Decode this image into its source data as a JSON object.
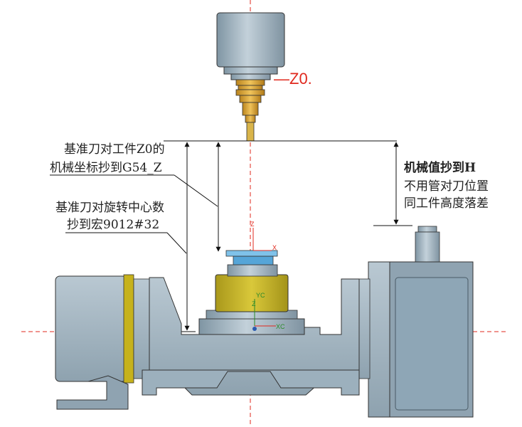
{
  "labels": {
    "z0": "—Z0.",
    "ref_tool_line1": "基准刀对工件Z0的",
    "ref_tool_line2": "机械坐标抄到G54_Z",
    "ref_center_line1": "基准刀对旋转中心数",
    "ref_center_line2": "抄到宏9012#32",
    "machine_value": "机械值抄到H",
    "note_line1": "不用管对刀位置",
    "note_line2": "同工件高度落差"
  },
  "axes": {
    "upper_z": "Z",
    "upper_x": "X",
    "lower_yc": "YC",
    "lower_z": "Z",
    "lower_xc": "XC"
  },
  "colors": {
    "centerline": "#e0281d",
    "steel": "#9fb3bf",
    "steel_dark": "#6d8190",
    "fixture_yellow": "#c9b62a",
    "tool_gold": "#d9a637",
    "outline": "#333333"
  }
}
